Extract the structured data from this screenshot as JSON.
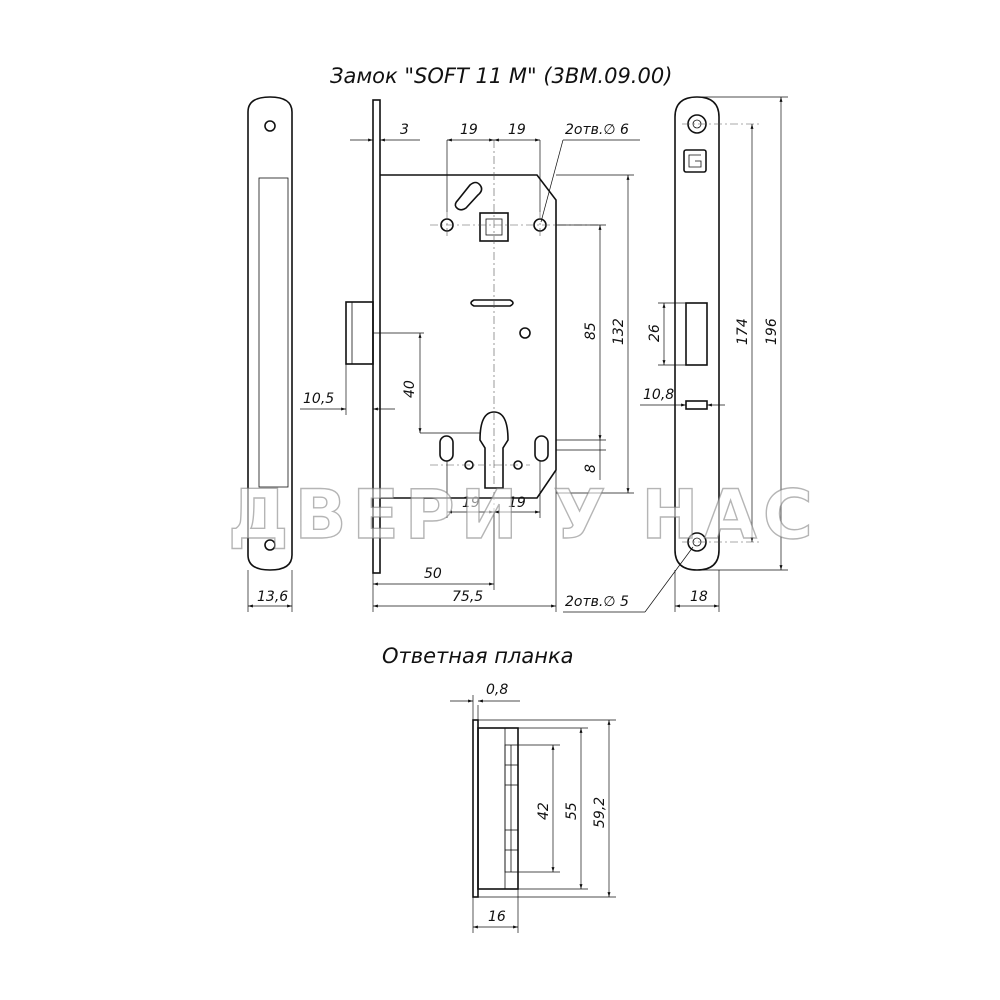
{
  "lock": {
    "title": "Замок \"SOFT 11 М\" (3ВМ.09.00)"
  },
  "dims": {
    "d3": "3",
    "d19a": "19",
    "d19b": "19",
    "holes6": "2отв.∅ 6",
    "d85": "85",
    "d132": "132",
    "d40": "40",
    "d10_5": "10,5",
    "d8": "8",
    "d19c": "19",
    "d19d": "19",
    "d50": "50",
    "d75_5": "75,5",
    "holes5": "2отв.∅ 5",
    "d13_6": "13,6",
    "d26": "26",
    "d10_8": "10,8",
    "d174": "174",
    "d196": "196",
    "d18": "18"
  },
  "strike": {
    "title": "Ответная планка",
    "d0_8": "0,8",
    "d42": "42",
    "d55": "55",
    "d59_2": "59,2",
    "d16": "16"
  },
  "watermark": "ДВЕРИ У НАС",
  "logo": "G-logo"
}
